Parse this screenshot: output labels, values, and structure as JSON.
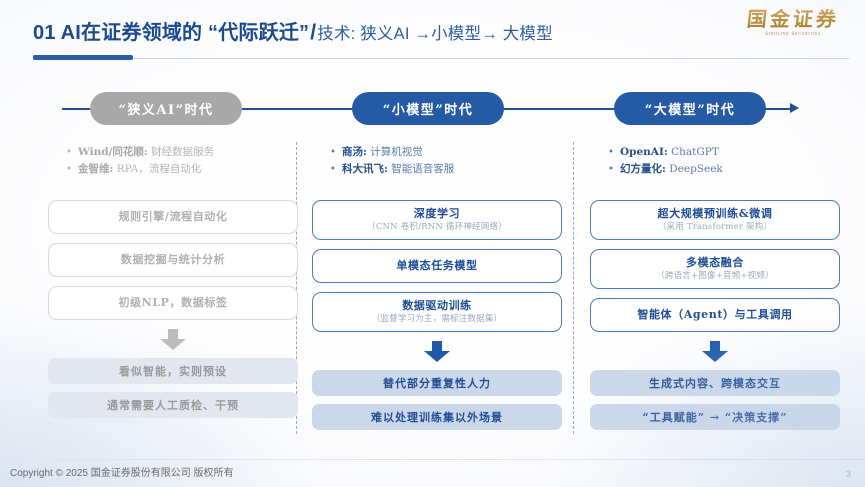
{
  "slide": {
    "accent_color": "#2b5ea8",
    "grey_color": "#a8a8a8",
    "title_main": "01 AI在证券领域的 “代际跃迁”",
    "title_separator": "/",
    "title_sub": "技术: 狭义AI →小模型→ 大模型",
    "logo_cn": "国金证券",
    "logo_en": "Sinolink Securities"
  },
  "timeline": {
    "stages": [
      {
        "label": "“狭义AI”时代",
        "style": "grey"
      },
      {
        "label": "“小模型”时代",
        "style": "blue"
      },
      {
        "label": "“大模型”时代",
        "style": "blue"
      }
    ]
  },
  "columns": [
    {
      "id": "narrow-ai",
      "bullets": [
        {
          "marker": "•",
          "lead": "Wind/同花顺:",
          "rest": "财经数据服务"
        },
        {
          "marker": "•",
          "lead": "金智维:",
          "rest": "RPA，流程自动化"
        }
      ],
      "boxes": [
        {
          "main": "规则引擎/流程自动化",
          "sub": ""
        },
        {
          "main": "数据挖掘与统计分析",
          "sub": ""
        },
        {
          "main": "初级NLP，数据标签",
          "sub": ""
        }
      ],
      "results": [
        "看似智能，实则预设",
        "通常需要人工质检、干预"
      ]
    },
    {
      "id": "small-model",
      "bullets": [
        {
          "marker": "•",
          "lead": "商汤:",
          "rest": "计算机视觉"
        },
        {
          "marker": "•",
          "lead": "科大讯飞:",
          "rest": "智能语音客服"
        }
      ],
      "boxes": [
        {
          "main": "深度学习",
          "sub": "（CNN 卷积/RNN 循环神经网络）"
        },
        {
          "main": "单模态任务模型",
          "sub": ""
        },
        {
          "main": "数据驱动训练",
          "sub": "（监督学习为主，需标注数据集）"
        }
      ],
      "results": [
        "替代部分重复性人力",
        "难以处理训练集以外场景"
      ]
    },
    {
      "id": "large-model",
      "bullets": [
        {
          "marker": "•",
          "lead": "OpenAI:",
          "rest": "ChatGPT"
        },
        {
          "marker": "•",
          "lead": "幻方量化:",
          "rest": "DeepSeek"
        }
      ],
      "boxes": [
        {
          "main": "超大规模预训练&微调",
          "sub": "（采用 Transformer 架构）"
        },
        {
          "main": "多模态融合",
          "sub": "（跨语言+图像+音频+视频）"
        },
        {
          "main": "智能体（Agent）与工具调用",
          "sub": ""
        }
      ],
      "results": [
        "生成式内容、跨模态交互",
        "“工具赋能” → “决策支撑”"
      ]
    }
  ],
  "footer": {
    "copyright": "Copyright © 2025 国金证券股份有限公司 版权所有",
    "page_number": "3"
  }
}
